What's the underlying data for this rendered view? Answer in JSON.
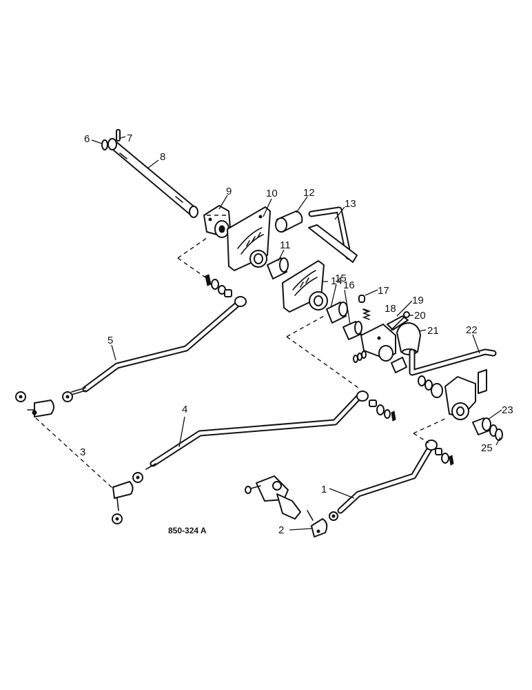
{
  "drawing": {
    "reference_code": "850-324 A",
    "callouts": {
      "c1": "1",
      "c2": "2",
      "c3": "3",
      "c4": "4",
      "c5": "5",
      "c6": "6",
      "c7": "7",
      "c8": "8",
      "c9": "9",
      "c10": "10",
      "c11": "11",
      "c12": "12",
      "c13": "13",
      "c14": "14",
      "c15": "15",
      "c16": "16",
      "c17": "17",
      "c18": "18",
      "c19": "19",
      "c20": "20",
      "c21": "21",
      "c22": "22",
      "c23": "23",
      "c25": "25"
    }
  }
}
